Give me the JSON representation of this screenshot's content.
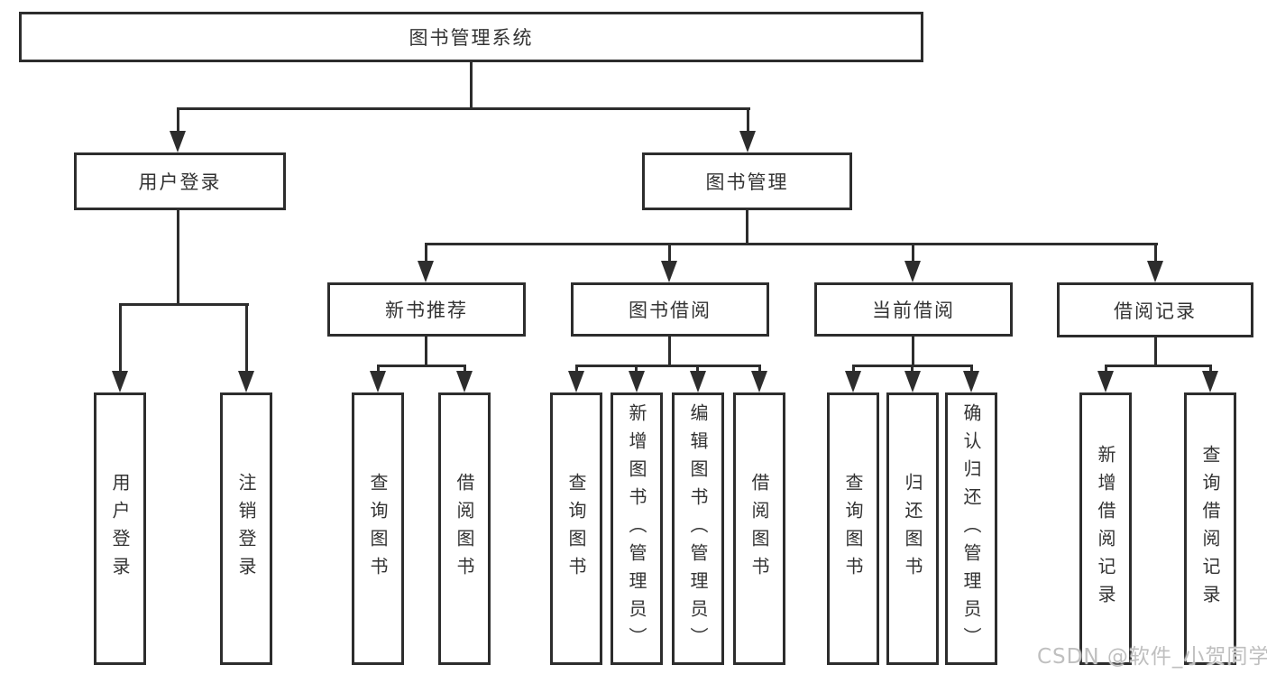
{
  "diagram": {
    "root": {
      "label": "图书管理系统",
      "children": [
        {
          "label": "用户登录",
          "children": [
            {
              "label": "用户登录"
            },
            {
              "label": "注销登录"
            }
          ]
        },
        {
          "label": "图书管理",
          "children": [
            {
              "label": "新书推荐",
              "children": [
                {
                  "label": "查询图书"
                },
                {
                  "label": "借阅图书"
                }
              ]
            },
            {
              "label": "图书借阅",
              "children": [
                {
                  "label": "查询图书"
                },
                {
                  "label": "新增图书（管理员）"
                },
                {
                  "label": "编辑图书（管理员）"
                },
                {
                  "label": "借阅图书"
                }
              ]
            },
            {
              "label": "当前借阅",
              "children": [
                {
                  "label": "查询图书"
                },
                {
                  "label": "归还图书"
                },
                {
                  "label": "确认归还（管理员）"
                }
              ]
            },
            {
              "label": "借阅记录",
              "children": [
                {
                  "label": "新增借阅记录"
                },
                {
                  "label": "查询借阅记录"
                }
              ]
            }
          ]
        }
      ]
    },
    "watermark": "CSDN @软件_小贺同学",
    "colors": {
      "line": "#2d2d2d",
      "text": "#333333",
      "background": "#ffffff",
      "watermark": "#bfbfbf"
    }
  }
}
